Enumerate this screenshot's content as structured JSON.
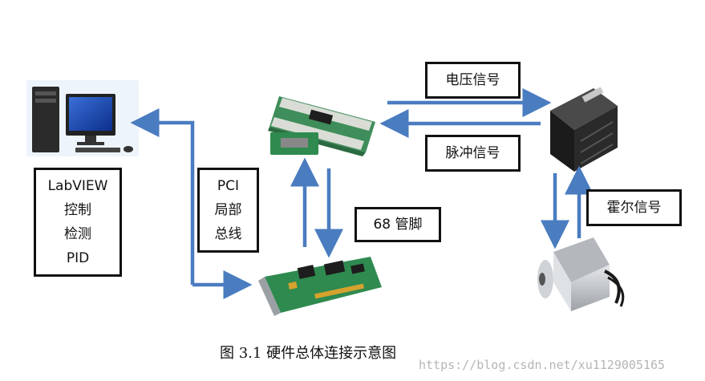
{
  "labels": {
    "labview": [
      "LabVIEW",
      "控制",
      "检测",
      "PID"
    ],
    "pci": [
      "PCI",
      "局部",
      "总线"
    ],
    "pins": "68 管脚",
    "voltage": "电压信号",
    "pulse": "脉冲信号",
    "hall": "霍尔信号"
  },
  "caption": "图 3.1  硬件总体连接示意图",
  "watermark": "https://blog.csdn.net/xu1129005165",
  "colors": {
    "arrow": "#4a7cc0",
    "board": "#2f8a4f",
    "driver": "#1b1b1b",
    "motor": "#c9ccd0"
  },
  "icons": {
    "computer": "desktop-computer-icon",
    "terminal": "terminal-board-icon",
    "card": "pci-card-icon",
    "driver": "motor-driver-icon",
    "motor": "servo-motor-icon"
  }
}
